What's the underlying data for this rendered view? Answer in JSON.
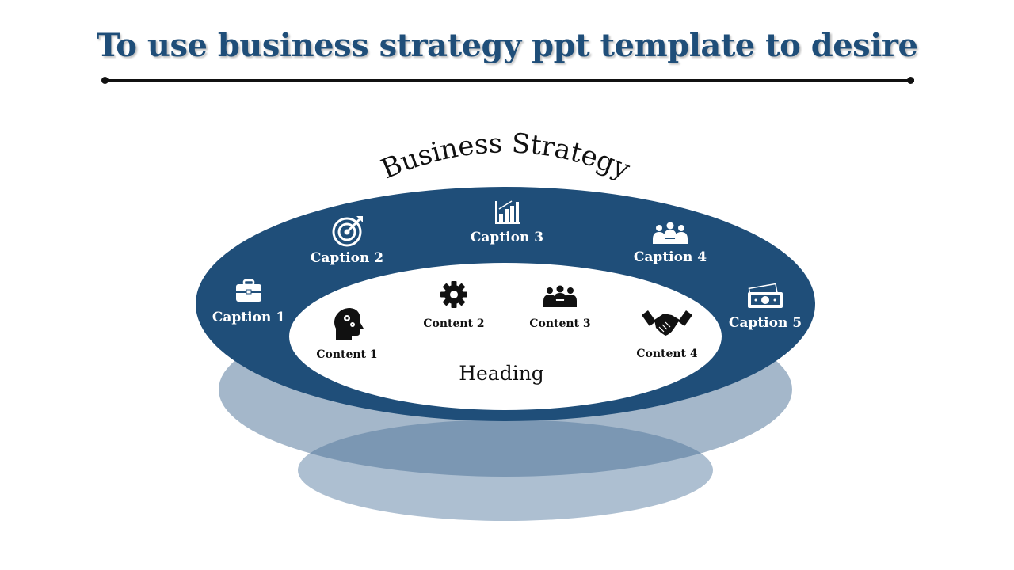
{
  "title": "To use business strategy ppt template to desire",
  "arc_title": "Business Strategy",
  "heading": "Heading",
  "captions": [
    {
      "label": "Caption 1",
      "icon": "briefcase-icon"
    },
    {
      "label": "Caption 2",
      "icon": "target-icon"
    },
    {
      "label": "Caption 3",
      "icon": "bar-chart-icon"
    },
    {
      "label": "Caption 4",
      "icon": "team-meeting-icon"
    },
    {
      "label": "Caption 5",
      "icon": "money-icon"
    }
  ],
  "contents": [
    {
      "label": "Content 1",
      "icon": "head-gears-icon"
    },
    {
      "label": "Content 2",
      "icon": "gear-icon"
    },
    {
      "label": "Content 3",
      "icon": "people-group-icon"
    },
    {
      "label": "Content 4",
      "icon": "handshake-icon"
    }
  ],
  "colors": {
    "primary": "#1f4e79",
    "shadow_light": "#a3b5c9",
    "shadow_mid": "#7090b0"
  }
}
